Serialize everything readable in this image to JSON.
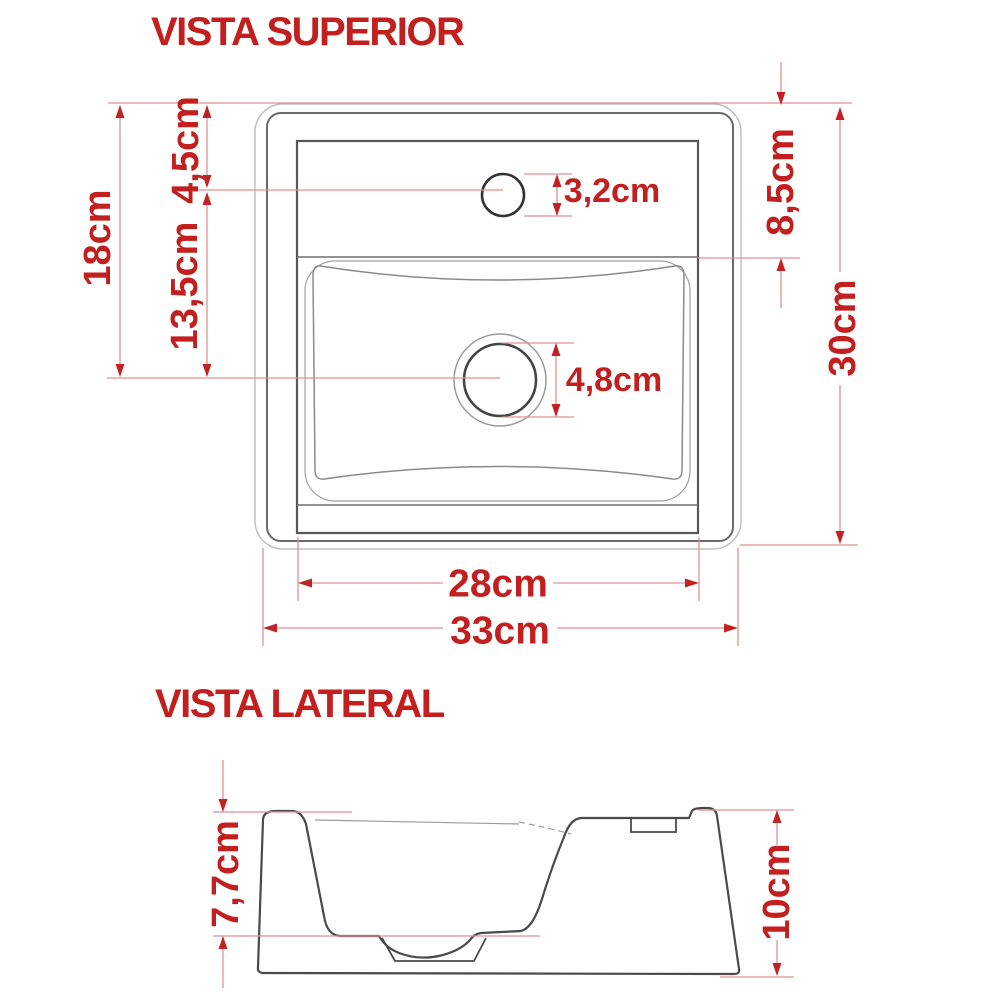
{
  "page": {
    "accent_red": "#c41f1f",
    "dim_line_red": "#e09090",
    "drawing_gray": "#4a4a4a",
    "background": "#ffffff"
  },
  "top_view": {
    "title": "VISTA SUPERIOR",
    "dimensions": {
      "left_total_height": "18cm",
      "deck_depth": "4,5cm",
      "deck_to_drain_center": "13,5cm",
      "faucet_hole_diameter": "3,2cm",
      "right_deck_depth": "8,5cm",
      "total_depth": "30cm",
      "drain_hole_diameter": "4,8cm",
      "inner_width": "28cm",
      "outer_width": "33cm"
    }
  },
  "side_view": {
    "title": "VISTA LATERAL",
    "dimensions": {
      "basin_inner_depth": "7,7cm",
      "total_height": "10cm"
    }
  }
}
